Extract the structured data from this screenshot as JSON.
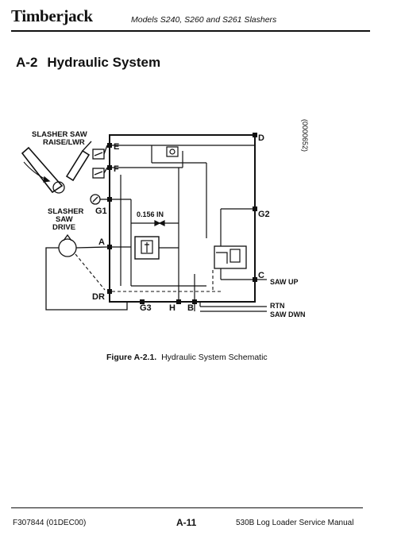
{
  "header": {
    "brand": "Timberjack",
    "models": "Models S240, S260 and S261 Slashers"
  },
  "section": {
    "number": "A-2",
    "title": "Hydraulic System"
  },
  "figure": {
    "labels": {
      "raise_lwr_1": "SLASHER SAW",
      "raise_lwr_2": "RAISE/LWR",
      "drive_1": "SLASHER",
      "drive_2": "SAW",
      "drive_3": "DRIVE",
      "port_d": "D",
      "port_e": "E",
      "port_f": "F",
      "port_g1": "G1",
      "port_g2": "G2",
      "port_g3": "G3",
      "port_a": "A",
      "port_c": "C",
      "port_dr": "DR",
      "port_h": "H",
      "port_b": "B",
      "orifice": "0.156 IN",
      "saw_up": "SAW UP",
      "rtn": "RTN",
      "saw_dwn": "SAW DWN",
      "ref_code": "(0000652)"
    },
    "caption_label": "Figure A-2.1.",
    "caption_text": "Hydraulic System Schematic"
  },
  "footer": {
    "doc_id": "F307844 (01DEC00)",
    "page": "A-11",
    "manual": "530B Log Loader Service Manual"
  }
}
